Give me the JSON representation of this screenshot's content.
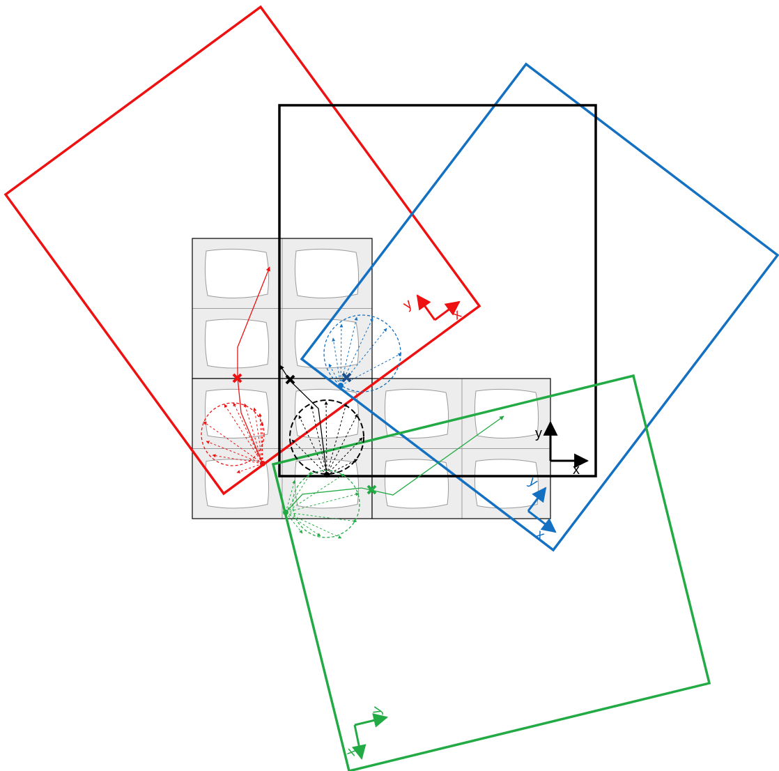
{
  "frames": {
    "black": {
      "color": "#000000",
      "x_label": "x",
      "y_label": "y"
    },
    "red": {
      "color": "#ee1111",
      "x_label": "x",
      "y_label": "y"
    },
    "blue": {
      "color": "#1470c0",
      "x_label": "x",
      "y_label": "y"
    },
    "green": {
      "color": "#22aa44",
      "x_label": "x",
      "y_label": "y"
    }
  },
  "tiles": {
    "border_color": "#000000",
    "pattern_fill": "#ededed",
    "pattern_stroke": "#9a9a9a"
  }
}
